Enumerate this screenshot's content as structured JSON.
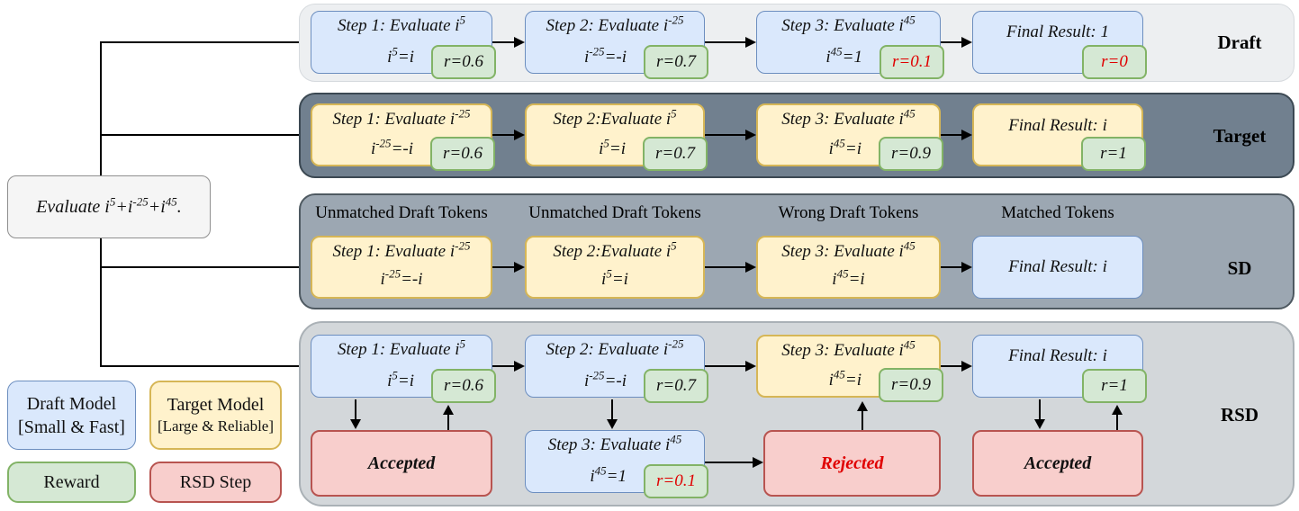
{
  "prompt": {
    "parts": [
      "Evaluate i",
      "5",
      "+i",
      "-25",
      "+i",
      "45",
      "."
    ]
  },
  "legend": {
    "draft_line1": "Draft Model",
    "draft_line2": "[Small & Fast]",
    "target_line1": "Target Model",
    "target_line2": "[Large & Reliable]",
    "reward": "Reward",
    "rsd": "RSD Step"
  },
  "colors": {
    "draft_box_fill": "#dae8fc",
    "draft_box_border": "#6c8ebf",
    "target_box_fill": "#fff2cc",
    "target_box_border": "#d6b656",
    "reward_fill": "#d5e8d4",
    "reward_border": "#82b366",
    "rsd_step_fill": "#f8cecc",
    "rsd_step_border": "#b85450",
    "highlight_red_text": "#e00000",
    "draft_band": "#edeff1",
    "target_band": "#71808f",
    "sd_band": "#9ca7b2",
    "rsd_band": "#d3d7da"
  },
  "rows": [
    {
      "label": "Draft",
      "boxes": [
        {
          "color": "blue",
          "title": [
            "Step 1: Evaluate i",
            "5"
          ],
          "eq": [
            "i",
            "5",
            "=i"
          ],
          "reward": "r=0.6",
          "rewardRed": false
        },
        {
          "color": "blue",
          "title": [
            "Step 2: Evaluate i",
            "-25"
          ],
          "eq": [
            "i",
            "-25",
            "=-i"
          ],
          "reward": "r=0.7",
          "rewardRed": false
        },
        {
          "color": "blue",
          "title": [
            "Step 3: Evaluate i",
            "45"
          ],
          "eq": [
            "i",
            "45",
            "=1"
          ],
          "reward": "r=0.1",
          "rewardRed": true
        },
        {
          "color": "blue",
          "text": "Final Result: 1",
          "reward": "r=0",
          "rewardRed": true
        }
      ]
    },
    {
      "label": "Target",
      "boxes": [
        {
          "color": "yellow",
          "title": [
            "Step 1: Evaluate i",
            "-25"
          ],
          "eq": [
            "i",
            "-25",
            "=-i"
          ],
          "reward": "r=0.6",
          "rewardRed": false
        },
        {
          "color": "yellow",
          "title": [
            "Step 2:Evaluate i",
            "5"
          ],
          "eq": [
            "i",
            "5",
            "=i"
          ],
          "reward": "r=0.7",
          "rewardRed": false
        },
        {
          "color": "yellow",
          "title": [
            "Step 3: Evaluate i",
            "45"
          ],
          "eq": [
            "i",
            "45",
            "=i"
          ],
          "reward": "r=0.9",
          "rewardRed": false
        },
        {
          "color": "yellow",
          "text": "Final Result: i",
          "reward": "r=1",
          "rewardRed": false
        }
      ]
    },
    {
      "label": "SD",
      "headers": [
        "Unmatched Draft Tokens",
        "Unmatched Draft Tokens",
        "Wrong Draft Tokens",
        "Matched Tokens"
      ],
      "boxes": [
        {
          "color": "yellow",
          "title": [
            "Step 1: Evaluate i",
            "-25"
          ],
          "eq": [
            "i",
            "-25",
            "=-i"
          ]
        },
        {
          "color": "yellow",
          "title": [
            "Step 2:Evaluate i",
            "5"
          ],
          "eq": [
            "i",
            "5",
            "=i"
          ]
        },
        {
          "color": "yellow",
          "title": [
            "Step 3: Evaluate i",
            "45"
          ],
          "eq": [
            "i",
            "45",
            "=i"
          ]
        },
        {
          "color": "blue",
          "text": "Final Result: i"
        }
      ]
    },
    {
      "label": "RSD",
      "boxes": [
        {
          "color": "blue",
          "title": [
            "Step 1: Evaluate i",
            "5"
          ],
          "eq": [
            "i",
            "5",
            "=i"
          ],
          "reward": "r=0.6",
          "rewardRed": false
        },
        {
          "color": "blue",
          "title": [
            "Step 2: Evaluate i",
            "-25"
          ],
          "eq": [
            "i",
            "-25",
            "=-i"
          ],
          "reward": "r=0.7",
          "rewardRed": false
        },
        {
          "color": "yellow",
          "title": [
            "Step 3: Evaluate i",
            "45"
          ],
          "eq": [
            "i",
            "45",
            "=i"
          ],
          "reward": "r=0.9",
          "rewardRed": false
        },
        {
          "color": "blue",
          "text": "Final Result: i",
          "reward": "r=1",
          "rewardRed": false
        }
      ],
      "sub_boxes": [
        {
          "color": "red",
          "decision": "Accepted",
          "decisionRed": false
        },
        {
          "color": "blue",
          "title": [
            "Step 3: Evaluate i",
            "45"
          ],
          "eq": [
            "i",
            "45",
            "=1"
          ],
          "reward": "r=0.1",
          "rewardRed": true
        },
        {
          "color": "red",
          "decision": "Rejected",
          "decisionRed": true
        },
        {
          "color": "red",
          "decision": "Accepted",
          "decisionRed": false
        }
      ]
    }
  ]
}
